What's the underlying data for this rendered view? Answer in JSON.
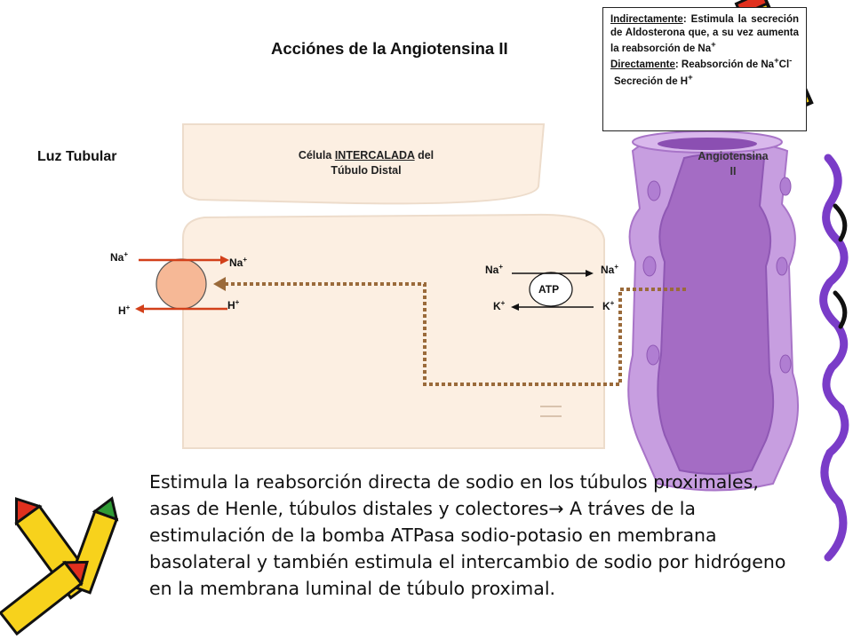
{
  "title": "Acciónes de la Angiotensina II",
  "info_box": {
    "indirect_label": "Indirectamente",
    "indirect_text": ": Estimula la secreción de Aldosterona que, a su vez aumenta la reabsorción de Na",
    "indirect_sup": "+",
    "direct_label": "Directamente",
    "direct_text": ": Reabsorción de Na",
    "direct_sup1": "+",
    "direct_cl": "Cl",
    "direct_sup2": "-",
    "secretion_text": "Secreción de H",
    "secretion_sup": "+"
  },
  "labels": {
    "lumen": "Luz Tubular",
    "cell_prefix": "Célula ",
    "cell_underlined": "INTERCALADA",
    "cell_suffix": " del",
    "cell_line2": "Túbulo Distal",
    "angiotensin_line1": "Angiotensina",
    "angiotensin_line2": "II",
    "atp": "ATP"
  },
  "ions": {
    "na": "Na",
    "h": "H",
    "k": "K",
    "plus": "+"
  },
  "body_text": "Estimula la reabsorción directa de sodio en los túbulos proximales, asas de Henle, túbulos distales y colectores→ A tráves de la estimulación de la bomba ATPasa sodio-potasio en membrana basolateral y también estimula el intercambio de sodio por hidrógeno en la membrana luminal de túbulo proximal.",
  "icons": [
    "pencil-icon",
    "crayons-icon",
    "purple-ribbon-icon"
  ],
  "colors": {
    "cell_fill": "#fcefe2",
    "cell_stroke": "#eddccb",
    "exchanger_fill": "#f6b896",
    "arrow_red": "#d2401a",
    "dotted_brown": "#9a6a3a",
    "vessel_purple": "#c79ee0",
    "vessel_dark": "#a874c8",
    "ribbon_purple": "#7a3cc8",
    "crayon_yellow": "#f7d21c",
    "crayon_red": "#e0301e"
  }
}
